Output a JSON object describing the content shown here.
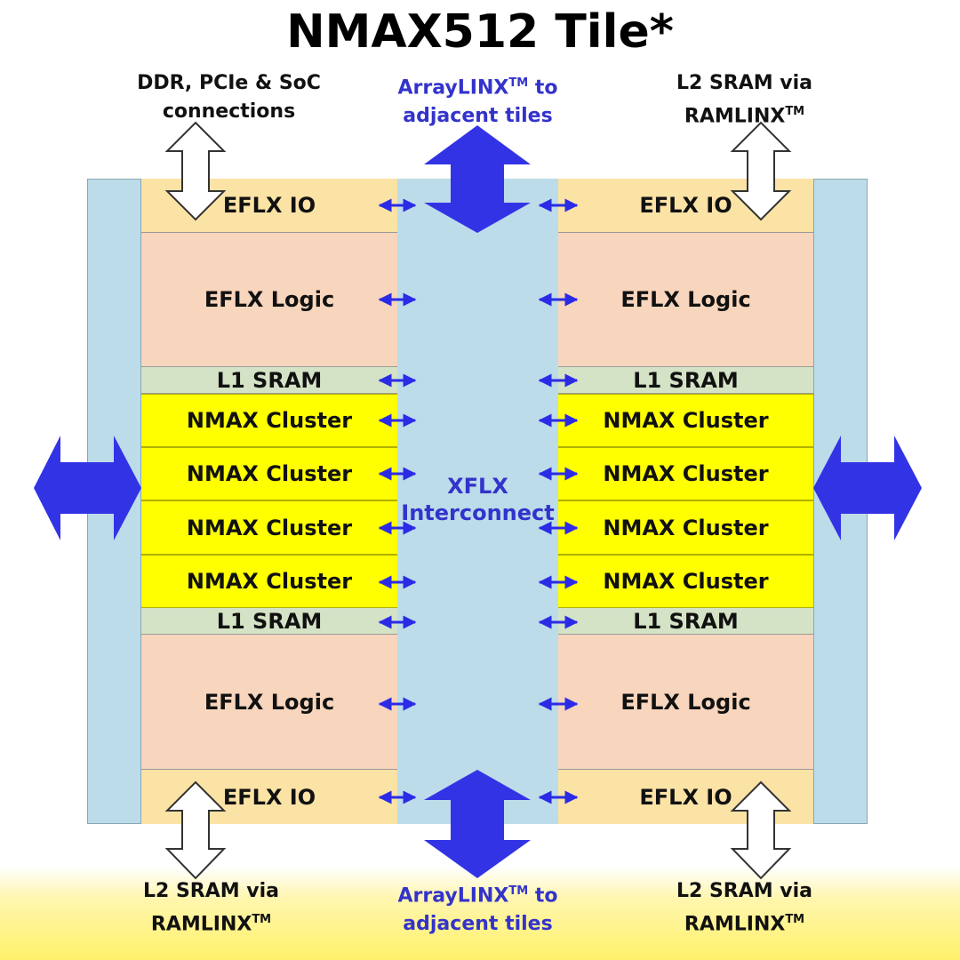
{
  "title": "NMAX512 Tile*",
  "labels": {
    "top_left": {
      "line1": "DDR, PCIe & SoC",
      "line2": "connections"
    },
    "top_center": {
      "line1_main": "ArrayLINX",
      "line1_sup": "TM",
      "line1_tail": " to",
      "line2": "adjacent tiles"
    },
    "top_right": {
      "line1": "L2 SRAM via",
      "line2_main": "RAMLINX",
      "line2_sup": "TM"
    },
    "bottom_left": {
      "line1": "L2 SRAM via",
      "line2_main": "RAMLINX",
      "line2_sup": "TM"
    },
    "bottom_center": {
      "line1_main": "ArrayLINX",
      "line1_sup": "TM",
      "line1_tail": " to",
      "line2": "adjacent tiles"
    },
    "bottom_right": {
      "line1": "L2 SRAM via",
      "line2_main": "RAMLINX",
      "line2_sup": "TM"
    }
  },
  "left_blocks": {
    "io_top": "EFLX IO",
    "logic_top": "EFLX Logic",
    "sram_top": "L1 SRAM",
    "cluster_1": "NMAX Cluster",
    "cluster_2": "NMAX Cluster",
    "cluster_3": "NMAX Cluster",
    "cluster_4": "NMAX Cluster",
    "sram_bottom": "L1 SRAM",
    "logic_bottom": "EFLX Logic",
    "io_bottom": "EFLX IO"
  },
  "right_blocks": {
    "io_top": "EFLX IO",
    "logic_top": "EFLX Logic",
    "sram_top": "L1 SRAM",
    "cluster_1": "NMAX Cluster",
    "cluster_2": "NMAX Cluster",
    "cluster_3": "NMAX Cluster",
    "cluster_4": "NMAX Cluster",
    "sram_bottom": "L1 SRAM",
    "logic_bottom": "EFLX Logic",
    "io_bottom": "EFLX IO"
  },
  "interconnect": {
    "line1": "XFLX",
    "line2": "Interconnect"
  },
  "colors": {
    "accent_blue": "#3333e6",
    "io": "#fbe2a5",
    "logic": "#f8d5bd",
    "sram": "#d4e3c5",
    "cluster": "#ffff00",
    "interconnect": "#bcdce9"
  }
}
